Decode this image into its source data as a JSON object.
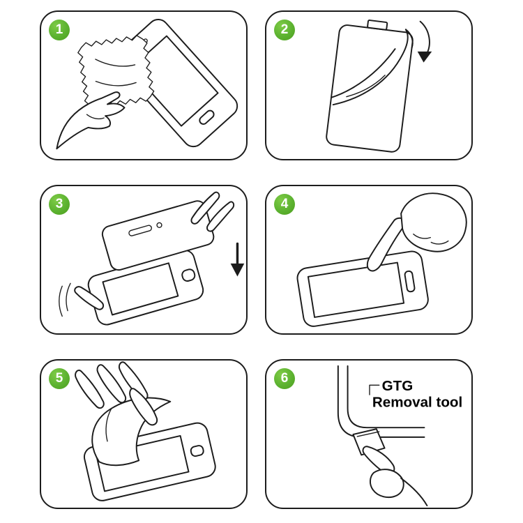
{
  "colors": {
    "badge_green": "#5cb230",
    "ink": "#1c1c1c"
  },
  "steps": [
    {
      "number": "1"
    },
    {
      "number": "2"
    },
    {
      "number": "3"
    },
    {
      "number": "4"
    },
    {
      "number": "5"
    },
    {
      "number": "6",
      "annotation": {
        "line1": "GTG",
        "line2": "Removal tool"
      }
    }
  ]
}
